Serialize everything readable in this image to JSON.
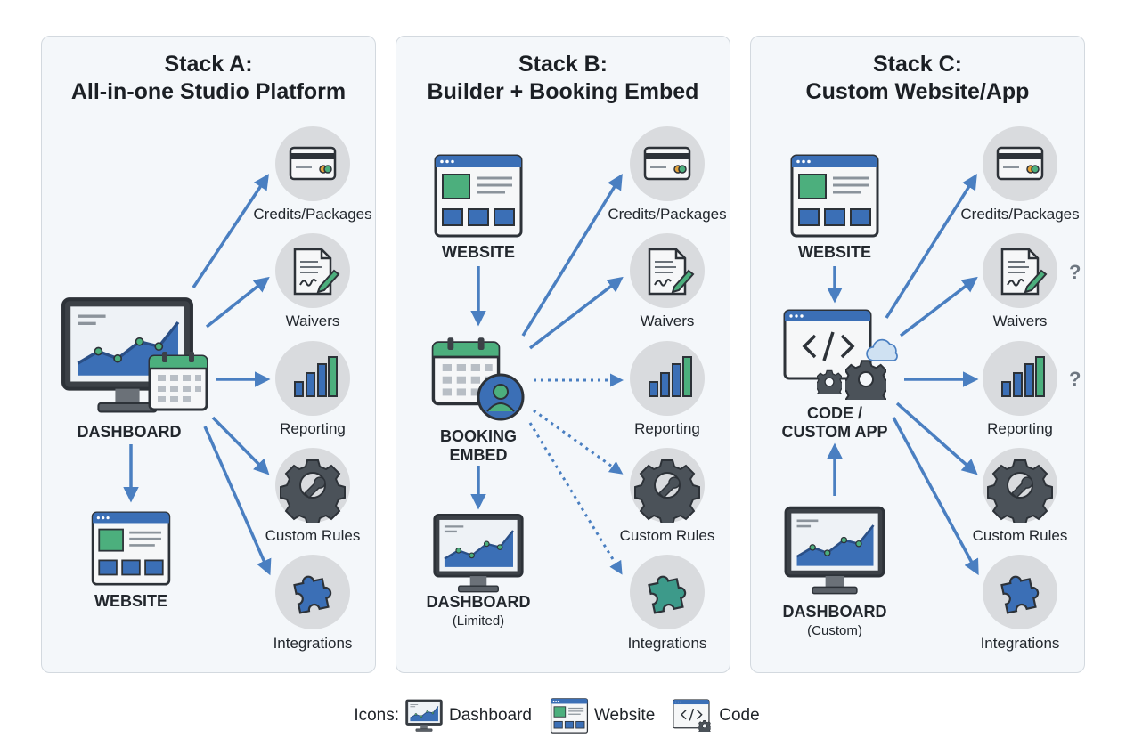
{
  "colors": {
    "arrow": "#4a7fc1",
    "panel_bg": "#f4f7fa",
    "icon_circle": "#d9dbde",
    "icon_blue": "#3b6fb6",
    "icon_green": "#4caf7d",
    "question_mark": "#6d7680"
  },
  "panels": [
    {
      "title_line1": "Stack A:",
      "title_line2": "All-in-one Studio Platform",
      "nodes": {
        "dashboard": "DASHBOARD",
        "website": "WEBSITE"
      },
      "features": [
        "Credits/Packages",
        "Waivers",
        "Reporting",
        "Custom Rules",
        "Integrations"
      ]
    },
    {
      "title_line1": "Stack B:",
      "title_line2": "Builder + Booking Embed",
      "nodes": {
        "website": "WEBSITE",
        "booking_line1": "BOOKING",
        "booking_line2": "EMBED",
        "dashboard": "DASHBOARD",
        "dashboard_note": "(Limited)"
      },
      "features": [
        "Credits/Packages",
        "Waivers",
        "Reporting",
        "Custom Rules",
        "Integrations"
      ]
    },
    {
      "title_line1": "Stack C:",
      "title_line2": "Custom Website/App",
      "nodes": {
        "website": "WEBSITE",
        "code_line1": "CODE /",
        "code_line2": "CUSTOM APP",
        "dashboard": "DASHBOARD",
        "dashboard_note": "(Custom)"
      },
      "features": [
        "Credits/Packages",
        "Waivers",
        "Reporting",
        "Custom Rules",
        "Integrations"
      ],
      "uncertain_marks": [
        "?",
        "?"
      ]
    }
  ],
  "legend": {
    "prefix": "Icons:",
    "items": [
      {
        "label": "Dashboard",
        "icon": "dashboard-icon"
      },
      {
        "label": "Website",
        "icon": "website-icon"
      },
      {
        "label": "Code",
        "icon": "code-icon"
      }
    ]
  }
}
